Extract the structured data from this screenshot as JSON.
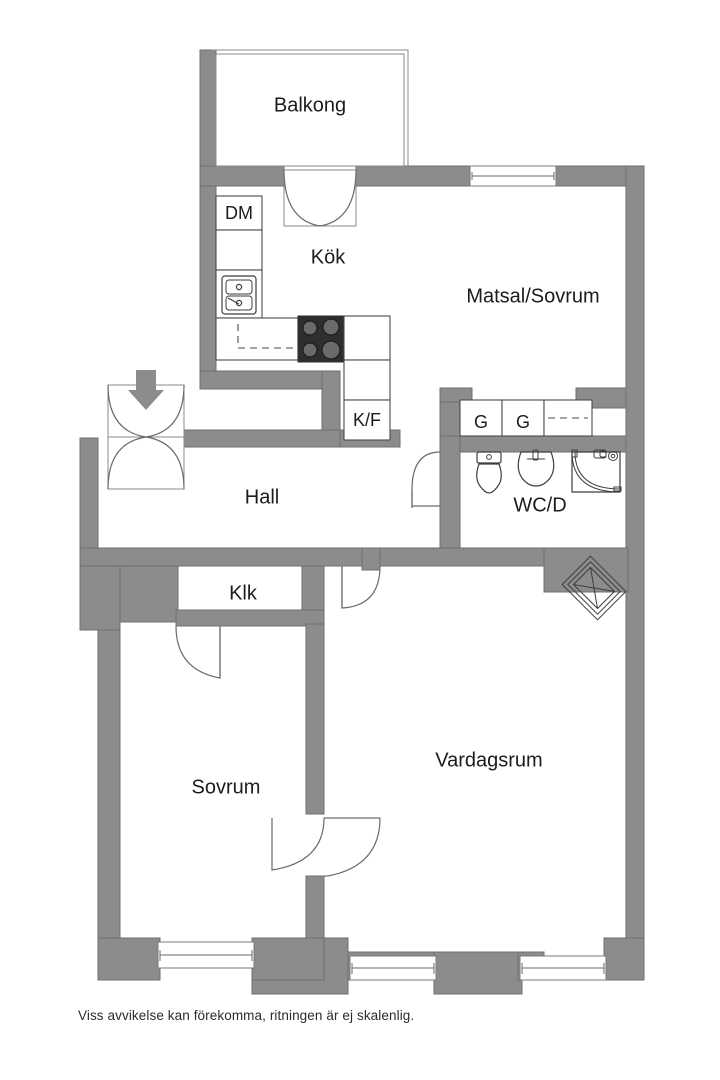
{
  "document": {
    "type": "floor-plan",
    "language": "sv",
    "caption": "Viss avvikelse kan förekomma, ritningen är ej skalenlig."
  },
  "colors": {
    "wall": "#8c8c8c",
    "wall_stroke": "#6f6f6f",
    "room_fill": "#ffffff",
    "text": "#1c1c1c",
    "fixture_stroke": "#3d3d3d",
    "hob": "#2e2e2e",
    "background": "#ffffff"
  },
  "rooms": [
    {
      "id": "balkong",
      "label": "Balkong",
      "size": "lg"
    },
    {
      "id": "kok",
      "label": "Kök",
      "size": "lg"
    },
    {
      "id": "matsal",
      "label": "Matsal/Sovrum",
      "size": "lg"
    },
    {
      "id": "hall",
      "label": "Hall",
      "size": "lg"
    },
    {
      "id": "wcd",
      "label": "WC/D",
      "size": "lg"
    },
    {
      "id": "klk",
      "label": "Klk",
      "size": "lg"
    },
    {
      "id": "sovrum",
      "label": "Sovrum",
      "size": "lg"
    },
    {
      "id": "vardagsrum",
      "label": "Vardagsrum",
      "size": "lg"
    }
  ],
  "appliances": [
    {
      "id": "dm",
      "label": "DM",
      "title": "diskmaskin"
    },
    {
      "id": "kf",
      "label": "K/F",
      "title": "kyl-frys"
    },
    {
      "id": "g1",
      "label": "G",
      "title": "garderob"
    },
    {
      "id": "g2",
      "label": "G",
      "title": "garderob"
    }
  ],
  "fixtures": [
    {
      "id": "sink",
      "name": "kitchen-sink"
    },
    {
      "id": "hob",
      "name": "cooktop"
    },
    {
      "id": "toilet",
      "name": "toilet"
    },
    {
      "id": "washbasin",
      "name": "washbasin"
    },
    {
      "id": "shower",
      "name": "corner-shower"
    },
    {
      "id": "stove",
      "name": "corner-fireplace"
    }
  ],
  "openings": {
    "entrance": {
      "name": "entrance-door",
      "indicator": "arrow-down"
    },
    "windows": [
      {
        "id": "win-matsal-top",
        "wall": "top"
      },
      {
        "id": "win-sovrum-bot",
        "wall": "bottom"
      },
      {
        "id": "win-vard-bot-1",
        "wall": "bottom"
      },
      {
        "id": "win-vard-bot-2",
        "wall": "bottom"
      }
    ],
    "doors": [
      {
        "id": "door-balkong",
        "type": "double-swing"
      },
      {
        "id": "door-wc",
        "type": "single-swing"
      },
      {
        "id": "door-vardagsrum",
        "type": "single-swing"
      },
      {
        "id": "door-klk",
        "type": "single-swing"
      },
      {
        "id": "door-sovrum",
        "type": "single-swing"
      }
    ]
  }
}
